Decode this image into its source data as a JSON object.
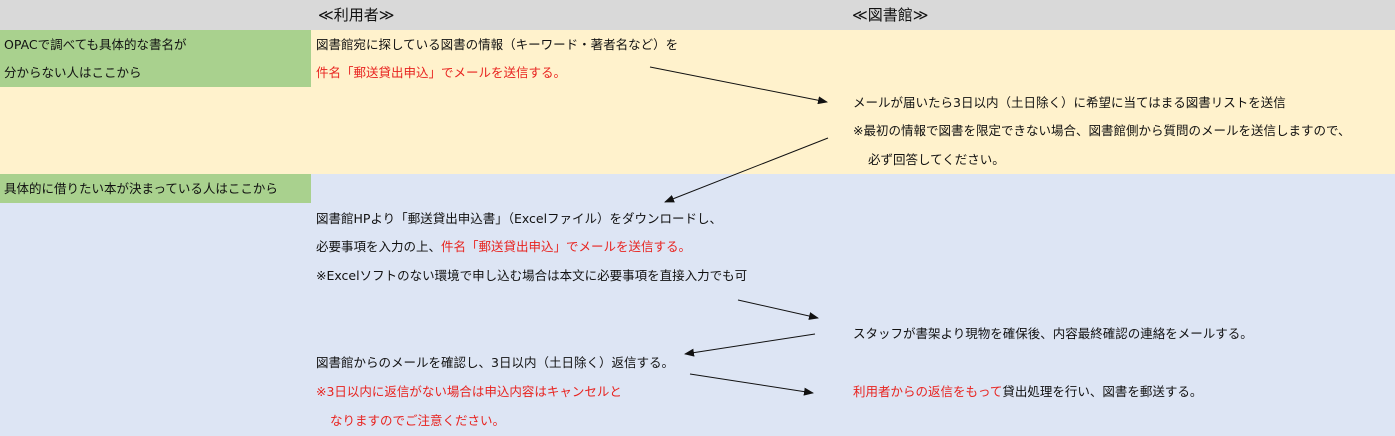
{
  "header": {
    "user_col": "≪利用者≫",
    "library_col": "≪図書館≫"
  },
  "section1": {
    "label_line1": "OPACで調べても具体的な書名が",
    "label_line2": "分からない人はここから",
    "user_line1": "図書館宛に探している図書の情報（キーワード・著者名など）を",
    "user_line2": "件名「郵送貸出申込」でメールを送信する。",
    "lib_line1": "メールが届いたら3日以内（土日除く）に希望に当てはまる図書リストを送信",
    "lib_line2": "※最初の情報で図書を限定できない場合、図書館側から質問のメールを送信しますので、",
    "lib_line3": "必ず回答してください。"
  },
  "section2": {
    "label": "具体的に借りたい本が決まっている人はここから",
    "user_line1": "図書館HPより「郵送貸出申込書」（Excelファイル）をダウンロードし、",
    "user_line2_black": "必要事項を入力の上、",
    "user_line2_red": "件名「郵送貸出申込」でメールを送信する。",
    "user_line3": "※Excelソフトのない環境で申し込む場合は本文に必要事項を直接入力でも可",
    "lib_line1": "スタッフが書架より現物を確保後、内容最終確認の連絡をメールする。",
    "user_line4": "図書館からのメールを確認し、3日以内（土日除く）返信する。",
    "user_line5": "※3日以内に返信がない場合は申込内容はキャンセルと",
    "user_line6": "なりますのでご注意ください。",
    "lib_line2_red": "利用者からの返信をもって",
    "lib_line2_black": "貸出処理を行い、図書を郵送する。"
  },
  "colors": {
    "header_bg": "#d9d9d9",
    "yellow_bg": "#fff2cc",
    "blue_bg": "#dde5f4",
    "green_label": "#a9d18e",
    "red_text": "#e8231f"
  }
}
